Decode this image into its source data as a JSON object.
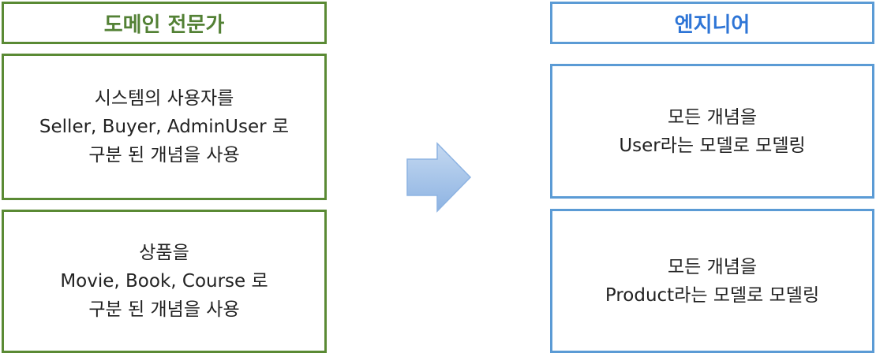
{
  "headers": {
    "left": "도메인 전문가",
    "right": "엔지니어"
  },
  "left_boxes": [
    {
      "lines": [
        "시스템의 사용자를",
        "Seller, Buyer, AdminUser 로",
        "구분 된 개념을 사용"
      ]
    },
    {
      "lines": [
        "상품을",
        "Movie, Book, Course 로",
        "구분 된 개념을 사용"
      ]
    }
  ],
  "right_boxes": [
    {
      "lines": [
        "모든 개념을",
        "User라는 모델로 모델링"
      ]
    },
    {
      "lines": [
        "모든 개념을",
        "Product라는 모델로 모델링"
      ]
    }
  ],
  "colors": {
    "left_border": "#5a8a34",
    "left_header_text": "#538135",
    "right_border": "#5b9bd5",
    "right_header_text": "#2e75d6",
    "arrow_fill_top": "#c5d9f1",
    "arrow_fill_bottom": "#8db3e2"
  },
  "icons": {
    "arrow": "right-arrow-icon"
  }
}
